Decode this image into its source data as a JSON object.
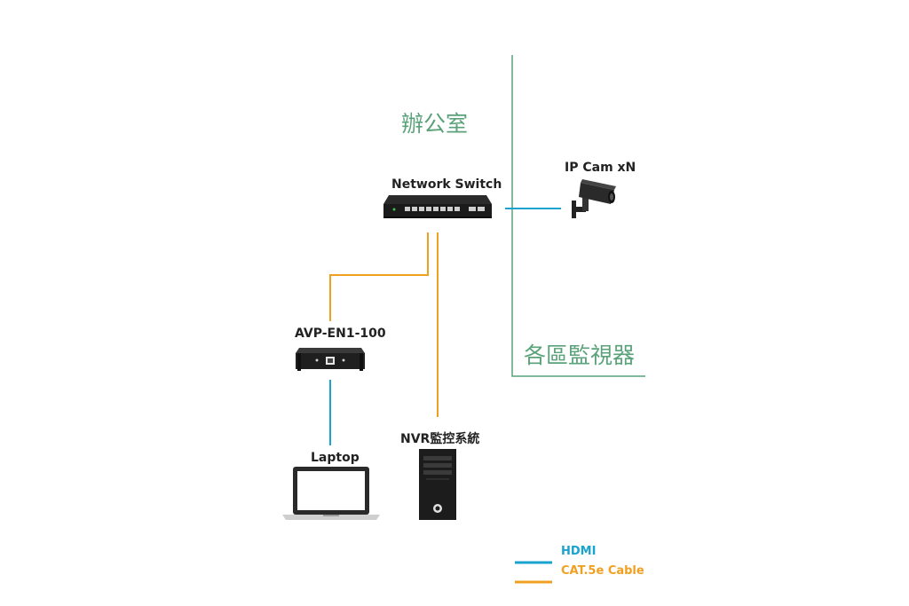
{
  "zones": {
    "office": "辦公室",
    "field": "各區監視器"
  },
  "devices": {
    "switch": "Network Switch",
    "camera": "IP Cam xN",
    "extender": "AVP-EN1-100",
    "nvr": "NVR監控系統",
    "laptop": "Laptop"
  },
  "legend": [
    {
      "label": "HDMI",
      "color": "#1aa3cf"
    },
    {
      "label": "CAT.5e Cable",
      "color": "#f0a020"
    }
  ],
  "colors": {
    "hdmi": "#1aa3cf",
    "cat5e": "#f0a020",
    "zone_border": "#5aa27a",
    "zone_text": "#5aa27a"
  }
}
